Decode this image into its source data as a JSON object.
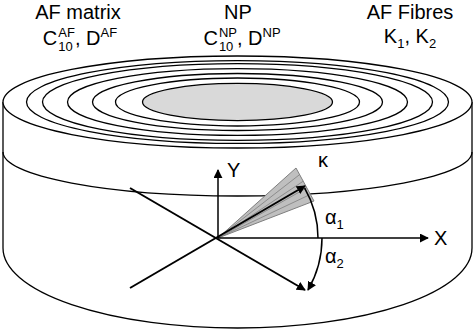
{
  "diagram": {
    "labels": [
      "AF matrix",
      "NP",
      "AF Fibres",
      "C",
      "10",
      "AF",
      ", D",
      "AF",
      "C",
      "10",
      "NP",
      ", D",
      "NP",
      "K",
      "1",
      ", K",
      "2",
      "Y",
      "κ",
      "α",
      "1",
      "X",
      "α",
      "2"
    ]
  }
}
